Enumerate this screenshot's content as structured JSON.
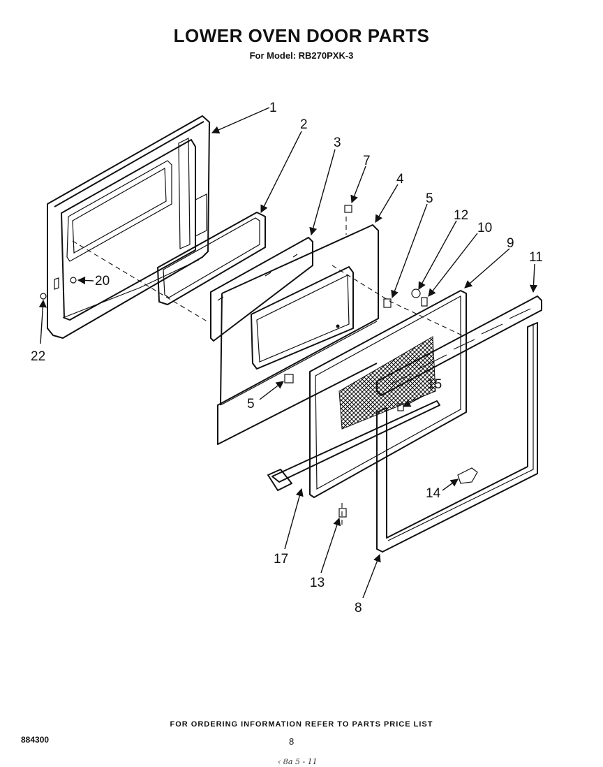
{
  "header": {
    "title": "LOWER OVEN DOOR PARTS",
    "subtitle": "For Model: RB270PXK-3"
  },
  "callouts": [
    "1",
    "2",
    "3",
    "7",
    "4",
    "5",
    "12",
    "10",
    "9",
    "11",
    "20",
    "22",
    "5",
    "15",
    "14",
    "17",
    "13",
    "8"
  ],
  "footer": {
    "ordering_note": "FOR ORDERING INFORMATION REFER TO PARTS PRICE LIST",
    "doc_number": "884300",
    "page_number": "8",
    "handwritten_note": "‹ 8a 5 - 11"
  }
}
